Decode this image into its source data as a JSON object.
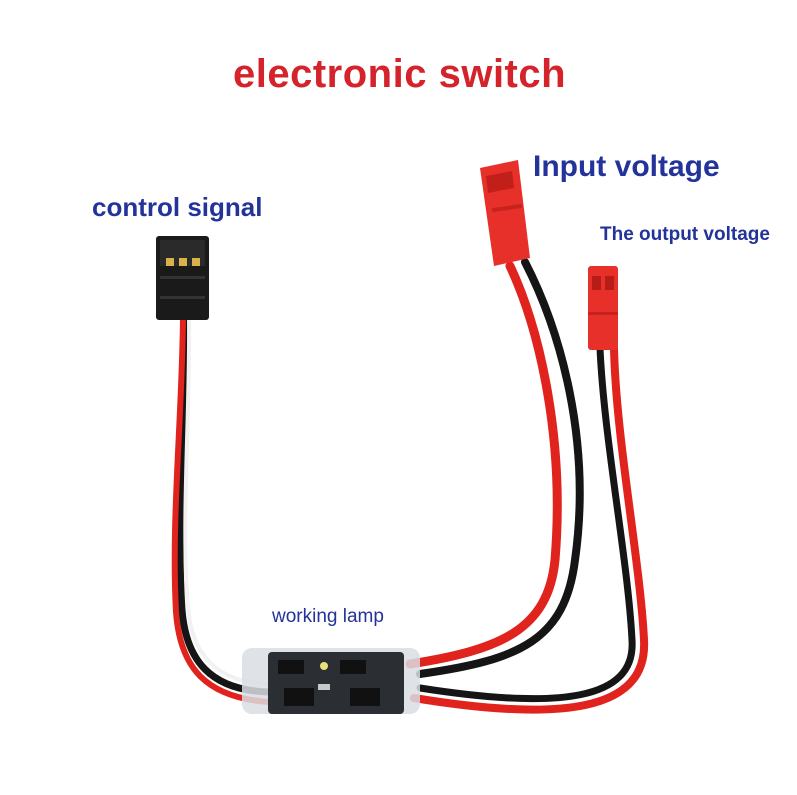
{
  "title": "electronic switch",
  "labels": {
    "input_voltage": "Input voltage",
    "control_signal": "control signal",
    "output_voltage": "The output voltage",
    "working_lamp": "working lamp"
  },
  "colors": {
    "title": "#d4232a",
    "labels": "#23339a",
    "wire_red": "#e0231d",
    "wire_black": "#151515",
    "connector_red": "#e8302a",
    "connector_black": "#1a1a1a"
  }
}
